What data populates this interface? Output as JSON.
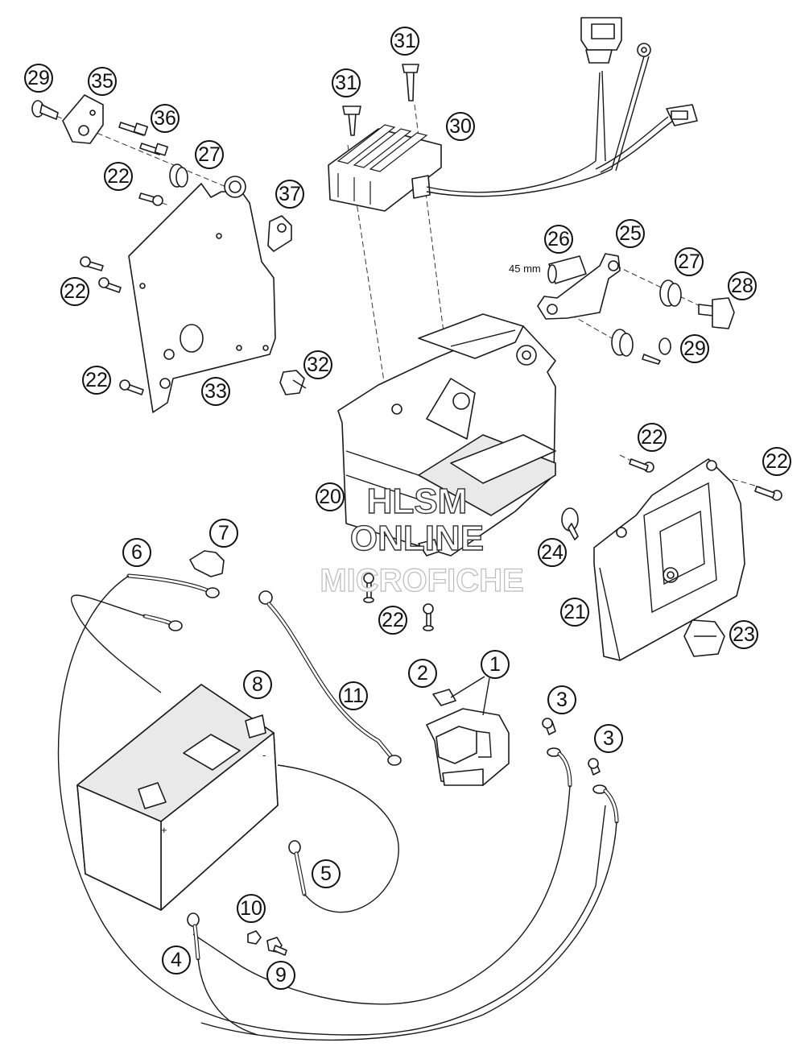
{
  "callouts": [
    {
      "label": "29"
    },
    {
      "label": "35"
    },
    {
      "label": "36"
    },
    {
      "label": "27"
    },
    {
      "label": "22"
    },
    {
      "label": "37"
    },
    {
      "label": "22"
    },
    {
      "label": "22"
    },
    {
      "label": "33"
    },
    {
      "label": "32"
    },
    {
      "label": "31"
    },
    {
      "label": "31"
    },
    {
      "label": "30"
    },
    {
      "label": "26"
    },
    {
      "label": "25"
    },
    {
      "label": "27"
    },
    {
      "label": "28"
    },
    {
      "label": "29"
    },
    {
      "label": "22"
    },
    {
      "label": "22"
    },
    {
      "label": "20"
    },
    {
      "label": "24"
    },
    {
      "label": "21"
    },
    {
      "label": "23"
    },
    {
      "label": "22"
    },
    {
      "label": "7"
    },
    {
      "label": "6"
    },
    {
      "label": "11"
    },
    {
      "label": "2"
    },
    {
      "label": "1"
    },
    {
      "label": "3"
    },
    {
      "label": "3"
    },
    {
      "label": "8"
    },
    {
      "label": "5"
    },
    {
      "label": "10"
    },
    {
      "label": "4"
    },
    {
      "label": "9"
    }
  ],
  "dimension_note": "45 mm",
  "battery_marks": {
    "minus": "-",
    "plus": "+"
  },
  "watermark": {
    "line1": "HLSM",
    "line2": "ONLINE",
    "line3": "MICROFICHE"
  }
}
